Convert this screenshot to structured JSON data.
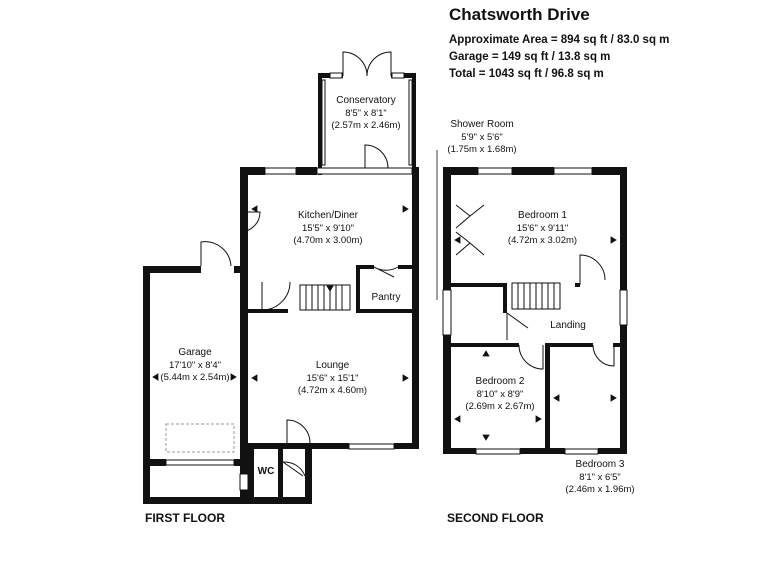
{
  "header": {
    "title": "Chatsworth Drive",
    "approx_area": "Approximate Area = 894 sq ft / 83.0 sq m",
    "garage_area": "Garage = 149 sq ft / 13.8 sq m",
    "total_area": "Total = 1043 sq ft / 96.8 sq m"
  },
  "rooms": {
    "conservatory": {
      "name": "Conservatory",
      "imperial": "8'5\" x 8'1\"",
      "metric": "(2.57m x 2.46m)"
    },
    "kitchen": {
      "name": "Kitchen/Diner",
      "imperial": "15'5\" x 9'10\"",
      "metric": "(4.70m x 3.00m)"
    },
    "pantry": {
      "name": "Pantry"
    },
    "garage": {
      "name": "Garage",
      "imperial": "17'10\" x 8'4\"",
      "metric": "(5.44m x 2.54m)"
    },
    "lounge": {
      "name": "Lounge",
      "imperial": "15'6\" x 15'1\"",
      "metric": "(4.72m x 4.60m)"
    },
    "wc": {
      "name": "WC"
    },
    "shower": {
      "name": "Shower Room",
      "imperial": "5'9\" x 5'6\"",
      "metric": "(1.75m x 1.68m)"
    },
    "bedroom1": {
      "name": "Bedroom 1",
      "imperial": "15'6\" x 9'11\"",
      "metric": "(4.72m x 3.02m)"
    },
    "landing": {
      "name": "Landing"
    },
    "bedroom2": {
      "name": "Bedroom 2",
      "imperial": "8'10\" x 8'9\"",
      "metric": "(2.69m x 2.67m)"
    },
    "bedroom3": {
      "name": "Bedroom 3",
      "imperial": "8'1\" x 6'5\"",
      "metric": "(2.46m x 1.96m)"
    }
  },
  "floors": {
    "first": "FIRST FLOOR",
    "second": "SECOND FLOOR"
  }
}
